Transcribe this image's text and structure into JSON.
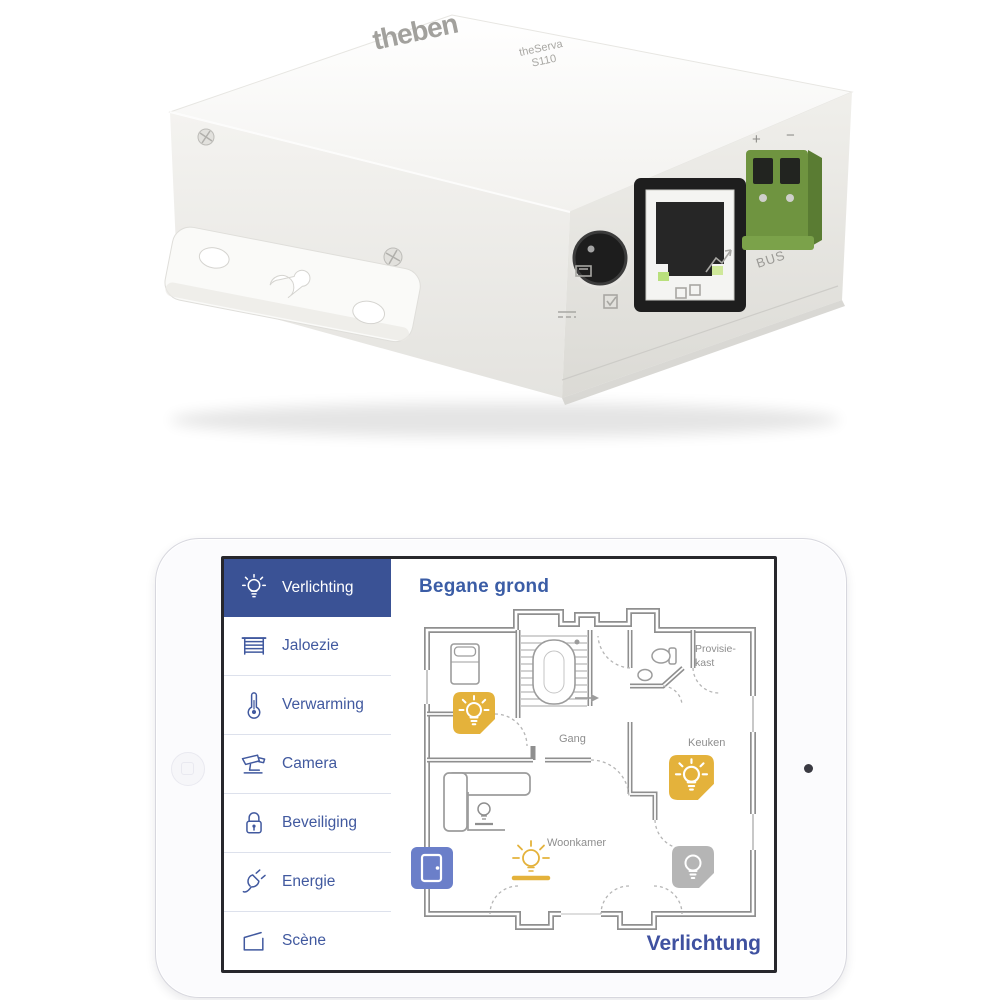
{
  "product": {
    "brand_logo": "theben",
    "model_line1": "theServa",
    "model_line2": "S110",
    "port_labels": {
      "bus": "BUS",
      "plus": "+",
      "minus": "−"
    },
    "icon_names": [
      "dc-power-jack",
      "ethernet-port",
      "knx-bus-terminal",
      "mounting-bracket",
      "dc-voltage-marking",
      "checkbox-marking",
      "lan-marking",
      "surge-marking",
      "card-marking"
    ]
  },
  "tablet_app": {
    "sidebar": {
      "items": [
        {
          "label": "Verlichting",
          "icon": "lightbulb-icon",
          "selected": true
        },
        {
          "label": "Jaloezie",
          "icon": "blinds-icon",
          "selected": false
        },
        {
          "label": "Verwarming",
          "icon": "thermometer-icon",
          "selected": false
        },
        {
          "label": "Camera",
          "icon": "cctv-camera-icon",
          "selected": false
        },
        {
          "label": "Beveiliging",
          "icon": "padlock-icon",
          "selected": false
        },
        {
          "label": "Energie",
          "icon": "plug-icon",
          "selected": false
        },
        {
          "label": "Scène",
          "icon": "scene-icon",
          "selected": false
        }
      ]
    },
    "main": {
      "title": "Begane grond",
      "footer_label": "Verlichtung",
      "room_labels": {
        "hallway": "Gang",
        "kitchen": "Keuken",
        "living_room": "Woonkamer",
        "pantry_line1": "Provisie-",
        "pantry_line2": "kast"
      },
      "lights": [
        {
          "location": "bedroom",
          "state": "on"
        },
        {
          "location": "kitchen",
          "state": "on"
        },
        {
          "location": "living-room-floor-lamp",
          "state": "on"
        },
        {
          "location": "living-room-desk-lamp",
          "state": "off"
        },
        {
          "location": "dining-corner",
          "state": "off"
        }
      ],
      "door_control": {
        "location": "left-wall",
        "state": "selected"
      }
    },
    "colors": {
      "accent_blue": "#3a5295",
      "text_blue": "#41599f",
      "title_blue": "#3b5da6",
      "light_on_yellow": "#e4b23b",
      "light_off_gray": "#b5b5b5",
      "door_blue": "#6b7fc9",
      "wall_gray": "#8f8f8f"
    }
  }
}
